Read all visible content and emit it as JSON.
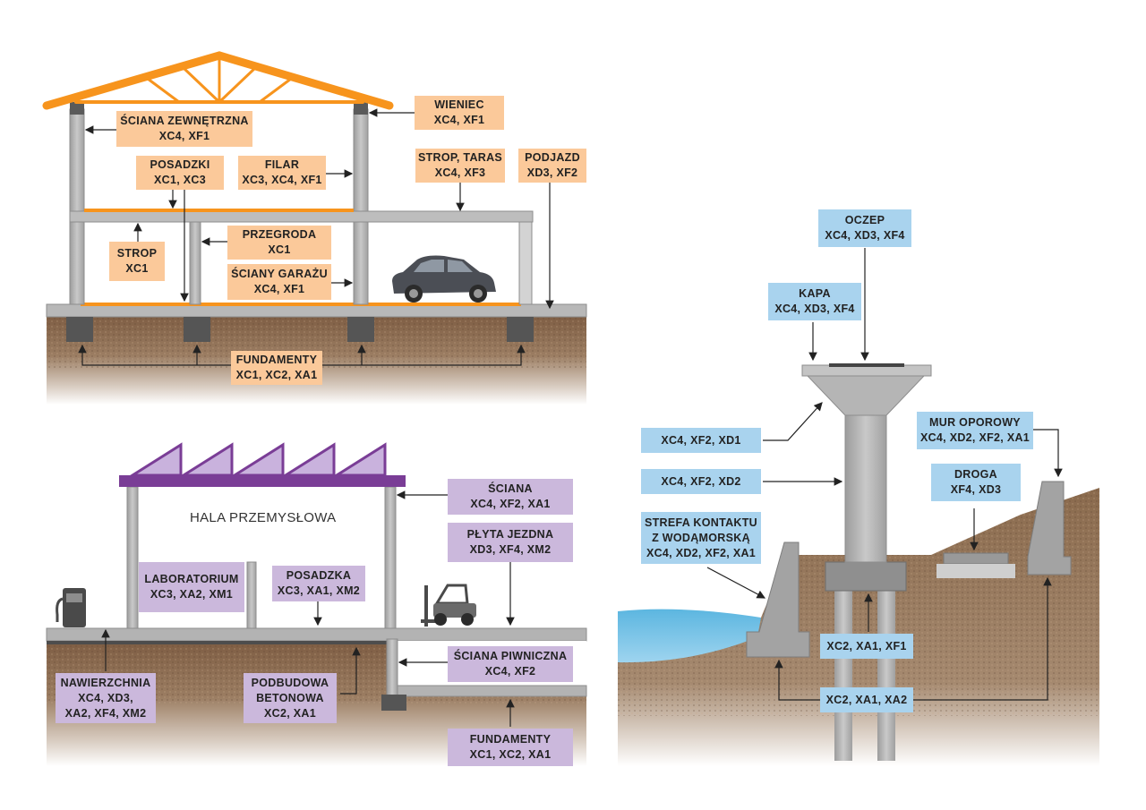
{
  "house": {
    "sciana_zewnetrzna": {
      "title": "ŚCIANA ZEWNĘTRZNA",
      "codes": "XC4, XF1"
    },
    "wieniec": {
      "title": "WIENIEC",
      "codes": "XC4, XF1"
    },
    "posadzki": {
      "title": "POSADZKI",
      "codes": "XC1, XC3"
    },
    "filar": {
      "title": "FILAR",
      "codes": "XC3, XC4, XF1"
    },
    "strop_taras": {
      "title": "STROP, TARAS",
      "codes": "XC4, XF3"
    },
    "podjazd": {
      "title": "PODJAZD",
      "codes": "XD3, XF2"
    },
    "przegroda": {
      "title": "PRZEGRODA",
      "codes": "XC1"
    },
    "strop": {
      "title": "STROP",
      "codes": "XC1"
    },
    "sciany_garazu": {
      "title": "ŚCIANY GARAŻU",
      "codes": "XC4, XF1"
    },
    "fundamenty": {
      "title": "FUNDAMENTY",
      "codes": "XC1, XC2, XA1"
    }
  },
  "hall": {
    "name": "HALA PRZEMYSŁOWA",
    "sciana": {
      "title": "ŚCIANA",
      "codes": "XC4, XF2, XA1"
    },
    "plyta_jezdna": {
      "title": "PŁYTA JEZDNA",
      "codes": "XD3, XF4, XM2"
    },
    "laboratorium": {
      "title": "LABORATORIUM",
      "codes": "XC3, XA2, XM1"
    },
    "posadzka": {
      "title": "POSADZKA",
      "codes": "XC3, XA1, XM2"
    },
    "sciana_piwniczna": {
      "title": "ŚCIANA PIWNICZNA",
      "codes": "XC4, XF2"
    },
    "nawierzchnia": {
      "line1": "NAWIERZCHNIA",
      "line2": "XC4, XD3,",
      "line3": "XA2, XF4, XM2"
    },
    "podbudowa": {
      "line1": "PODBUDOWA",
      "line2": "BETONOWA",
      "line3": "XC2, XA1"
    },
    "fundamenty": {
      "title": "FUNDAMENTY",
      "codes": "XC1, XC2, XA1"
    }
  },
  "bridge": {
    "oczep": {
      "title": "OCZEP",
      "codes": "XC4, XD3, XF4"
    },
    "kapa": {
      "title": "KAPA",
      "codes": "XC4, XD3, XF4"
    },
    "upper_pier": {
      "codes": "XC4, XF2, XD1"
    },
    "pier": {
      "codes": "XC4, XF2, XD2"
    },
    "strefa": {
      "line1": "STREFA KONTAKTU",
      "line2": "Z WODĄMORSKĄ",
      "line3": "XC4, XD2, XF2, XA1"
    },
    "mur_oporowy": {
      "title": "MUR OPOROWY",
      "codes": "XC4, XD2, XF2, XA1"
    },
    "droga": {
      "title": "DROGA",
      "codes": "XF4, XD3"
    },
    "piles": {
      "codes": "XC2, XA1, XF1"
    },
    "foundation": {
      "codes": "XC2, XA1, XA2"
    }
  },
  "colors": {
    "orange_label": "#fbc99a",
    "purple_label": "#cbb8dc",
    "blue_label": "#a9d3ee",
    "roof_orange": "#f7941d",
    "roof_purple": "#7a3d96",
    "concrete": "#b9b9b9",
    "soil": "#8c6b4d",
    "water": "#5fb8e3"
  },
  "icons": [
    "car-icon",
    "forklift-icon",
    "fuel-pump-icon"
  ]
}
